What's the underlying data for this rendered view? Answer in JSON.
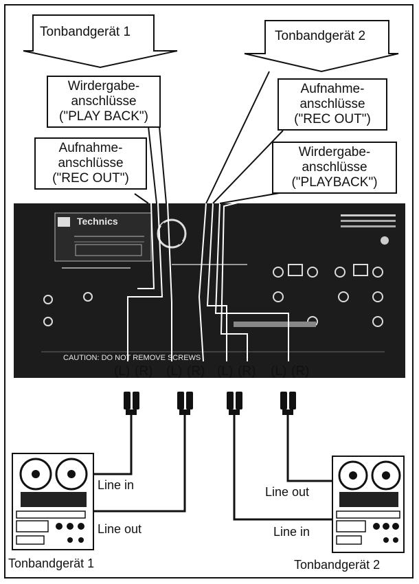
{
  "top_labels": {
    "deck1": "Tonbandgerät 1",
    "deck2": "Tonbandgerät 2"
  },
  "callouts": {
    "left_playback": [
      "Wirdergabe-",
      "anschlüsse",
      "(\"PLAY BACK\")"
    ],
    "left_rec_out": [
      "Aufnahme-",
      "anschlüsse",
      "(\"REC OUT\")"
    ],
    "right_rec_out": [
      "Aufnahme-",
      "anschlüsse",
      "(\"REC OUT\")"
    ],
    "right_playback": [
      "Wirdergabe-",
      "anschlüsse",
      "(\"PLAYBACK\")"
    ]
  },
  "amp_panel": {
    "brand": "Technics",
    "caution": "CAUTION: DO NOT REMOVE SCREWS"
  },
  "channel_labels": [
    "(L)",
    "(R)"
  ],
  "deck1_labels": {
    "line_in": "Line in",
    "line_out": "Line out"
  },
  "deck2_labels": {
    "line_out": "Line out",
    "line_in": "Line in"
  },
  "bottom_labels": {
    "deck1": "Tonbandgerät 1",
    "deck2": "Tonbandgerät 2"
  }
}
